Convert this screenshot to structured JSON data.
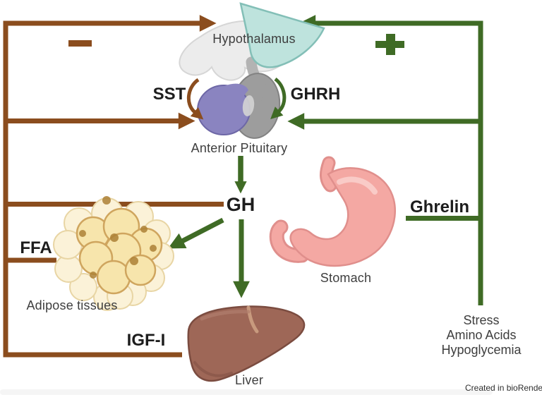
{
  "colors": {
    "inhibitory_brown": "#8b4d1e",
    "stimulatory_green": "#3f6b25",
    "label_text": "#3e3e3e",
    "bold_label_text": "#1d1d1d",
    "hypothalamus_teal": "#bee3dd",
    "pituitary_purple": "#8a84c0",
    "pituitary_gray": "#9d9d9d",
    "stomach_pink": "#f4a8a3",
    "liver_brown": "#9e6757",
    "adipose_yellow": "#f7e5ac"
  },
  "nodes": {
    "hypothalamus": "Hypothalamus",
    "anterior_pituitary": "Anterior Pituitary",
    "adipose": "Adipose tissues",
    "stomach": "Stomach",
    "liver": "Liver"
  },
  "hormones": {
    "sst": "SST",
    "ghrh": "GHRH",
    "gh": "GH",
    "ffa": "FFA",
    "igf1": "IGF-I",
    "ghrelin": "Ghrelin"
  },
  "signs": {
    "minus": "−",
    "plus": "+"
  },
  "stimuli": [
    "Stress",
    "Amino Acids",
    "Hypoglycemia"
  ],
  "credit": "Created in bioRende"
}
